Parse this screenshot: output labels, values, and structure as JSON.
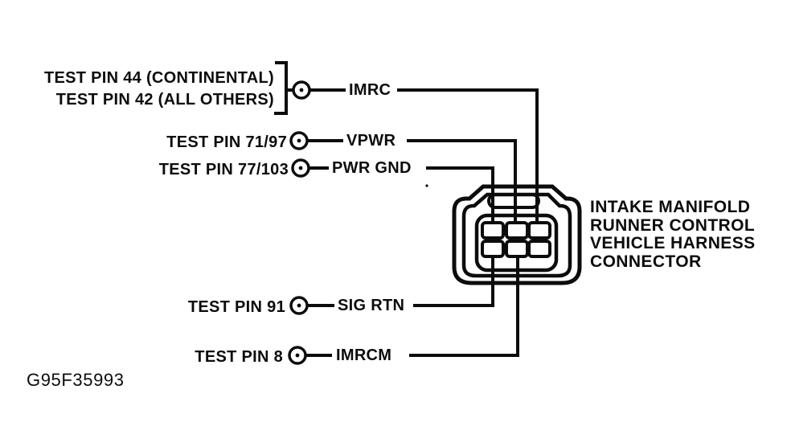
{
  "figure": {
    "id": "G95F35993",
    "caption": {
      "line1": "INTAKE MANIFOLD",
      "line2": "RUNNER CONTROL",
      "line3": "VEHICLE HARNESS",
      "line4": "CONNECTOR"
    },
    "rows": [
      {
        "labels": [
          "TEST PIN 44 (CONTINENTAL)",
          "TEST PIN 42 (ALL OTHERS)"
        ],
        "signal": "IMRC"
      },
      {
        "labels": [
          "TEST PIN 71/97"
        ],
        "signal": "VPWR"
      },
      {
        "labels": [
          "TEST PIN 77/103"
        ],
        "signal": "PWR GND"
      },
      {
        "labels": [
          "TEST PIN 91"
        ],
        "signal": "SIG RTN"
      },
      {
        "labels": [
          "TEST PIN 8"
        ],
        "signal": "IMRCM"
      }
    ],
    "icons": {
      "test_point": "circle-with-center-dot"
    },
    "colors": {
      "ink": "#0c0c0c",
      "paper": "#ffffff"
    }
  }
}
